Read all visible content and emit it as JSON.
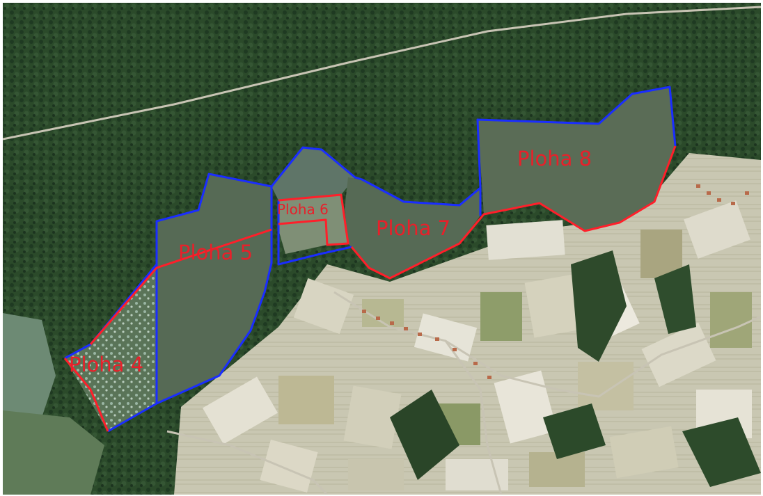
{
  "map": {
    "type": "aerial-photo",
    "colors": {
      "forest_dark": "#1f3a22",
      "forest": "#2b4a2a",
      "forest_light": "#3c5a36",
      "water": "#566a55",
      "field_light": "#d7d6c7",
      "field_mid": "#b9b99d",
      "field_green": "#6f8a55",
      "field_brown": "#9a8e6a",
      "road": "#c8c4b4",
      "village_roof": "#b86a4a",
      "boundary_blue": "#1a2dff",
      "boundary_red": "#ff1f2a",
      "label_red": "#e8202a"
    }
  },
  "plots": [
    {
      "id": "4",
      "label": "Ploha 4"
    },
    {
      "id": "5",
      "label": "Ploha 5"
    },
    {
      "id": "6",
      "label": "Ploha 6"
    },
    {
      "id": "7",
      "label": "Ploha 7"
    },
    {
      "id": "8",
      "label": "Ploha 8"
    }
  ]
}
